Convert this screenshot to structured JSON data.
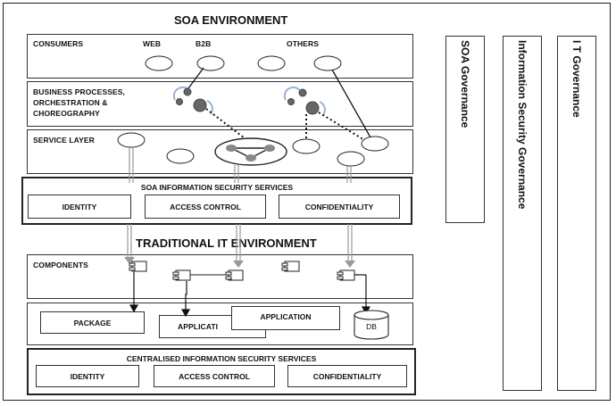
{
  "title": "SOA ENVIRONMENT",
  "consumers": {
    "label": "CONSUMERS",
    "web": "WEB",
    "b2b": "B2B",
    "others": "OTHERS"
  },
  "business": {
    "line1": "BUSINESS PROCESSES,",
    "line2": "ORCHESTRATION &",
    "line3": "CHOREOGRAPHY"
  },
  "service_layer": "SERVICE LAYER",
  "soa_security": {
    "title": "SOA INFORMATION SECURITY SERVICES",
    "cells": [
      "IDENTITY",
      "ACCESS CONTROL",
      "CONFIDENTIALITY"
    ]
  },
  "traditional_title": "TRADITIONAL IT ENVIRONMENT",
  "components": "COMPONENTS",
  "apps": {
    "package": "PACKAGE",
    "application_back": "APPLICATI",
    "application_front": "APPLICATION",
    "db": "DB"
  },
  "central_security": {
    "title": "CENTRALISED INFORMATION SECURITY SERVICES",
    "cells": [
      "IDENTITY",
      "ACCESS CONTROL",
      "CONFIDENTIALITY"
    ]
  },
  "governance": {
    "soa": "SOA  Governance",
    "info": "Information  Security  Governance",
    "it": "I T Governance"
  }
}
